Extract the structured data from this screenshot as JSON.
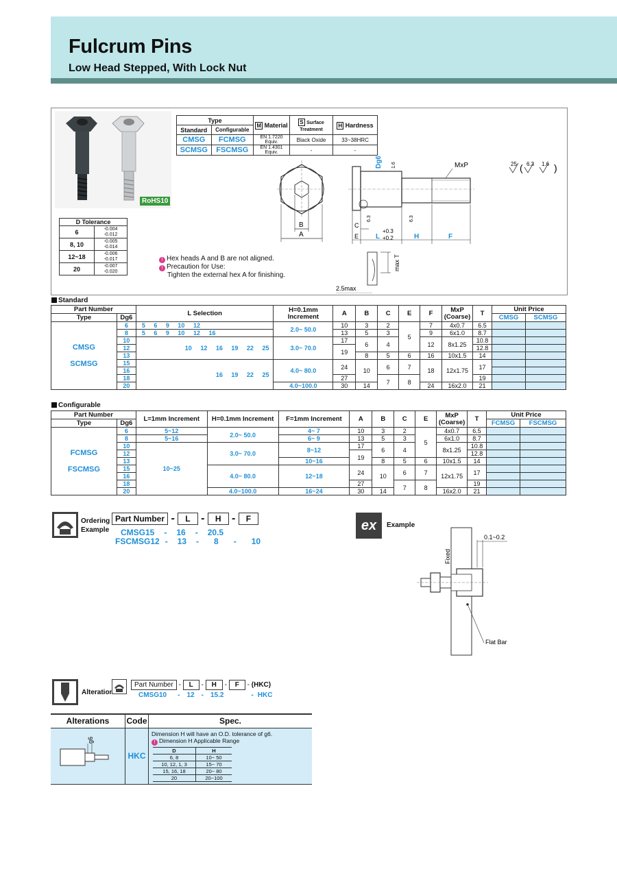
{
  "header": {
    "title": "Fulcrum Pins",
    "subtitle": "Low Head Stepped, With Lock Nut"
  },
  "badge": {
    "rohs": "RoHS10"
  },
  "type_table": {
    "type": "Type",
    "standard": "Standard",
    "configurable": "Configurable",
    "material_letter": "M",
    "material": "Material",
    "surface_letter": "S",
    "surface": "Surface Treatment",
    "hardness_letter": "H",
    "hardness": "Hardness",
    "rows": [
      {
        "std": "CMSG",
        "cfg": "FCMSG",
        "mat": "EN 1.7220 Equiv.",
        "surf": "Black Oxide",
        "hard": "33~38HRC"
      },
      {
        "std": "SCMSG",
        "cfg": "FSCMSG",
        "mat": "EN 1.4301 Equiv.",
        "surf": "-",
        "hard": "-"
      }
    ]
  },
  "dtol": {
    "title": "D Tolerance",
    "rows": [
      {
        "d": "6",
        "up": "-0.004",
        "lo": "-0.012"
      },
      {
        "d": "8, 10",
        "up": "-0.005",
        "lo": "-0.014"
      },
      {
        "d": "12~18",
        "up": "-0.006",
        "lo": "-0.017"
      },
      {
        "d": "20",
        "up": "-0.007",
        "lo": "-0.020"
      }
    ]
  },
  "notes": {
    "n1": "Hex heads A and B are not aligned.",
    "n2": "Precaution for Use:",
    "n3": "Tighten the external hex A for finishing."
  },
  "drawing": {
    "mxp": "MxP",
    "dg6": "Dg6",
    "r16": "1.6",
    "a": "A",
    "b": "B",
    "c": "C",
    "e": "E",
    "l": "L",
    "tol": "+0.3",
    "tol2": "+0.2",
    "h": "H",
    "f": "F",
    "t": "max T",
    "w": "2.5max",
    "rough1": "25",
    "rough2": "6.3",
    "rough3": "1.6",
    "r63": "6.3"
  },
  "standard": {
    "section": "Standard",
    "head": {
      "pn": "Part Number",
      "type": "Type",
      "d": "Dg6",
      "lsel": "L Selection",
      "h": "H=0.1mm Increment",
      "a": "A",
      "b": "B",
      "c": "C",
      "e": "E",
      "f": "F",
      "mxp": "MxP (Coarse)",
      "t": "T",
      "price": "Unit Price",
      "p1": "CMSG",
      "p2": "SCMSG"
    },
    "types": [
      "CMSG",
      "SCMSG"
    ],
    "rows": [
      {
        "d": "6",
        "l": [
          "5",
          "6",
          "9",
          "10",
          "12",
          "",
          "",
          ""
        ],
        "h": "2.0~ 50.0",
        "a": "10",
        "b": "3",
        "c": "2",
        "e": "",
        "f": "7",
        "mxp": "4x0.7",
        "t": "6.5"
      },
      {
        "d": "8",
        "l": [
          "5",
          "6",
          "9",
          "10",
          "12",
          "16",
          "",
          ""
        ],
        "h": "",
        "a": "13",
        "b": "5",
        "c": "3",
        "e": "5",
        "f": "9",
        "mxp": "6x1.0",
        "t": "8.7"
      },
      {
        "d": "10",
        "l": [
          "",
          "",
          "",
          "",
          "",
          "",
          "",
          ""
        ],
        "h": "",
        "a": "17",
        "b": "",
        "c": "",
        "e": "",
        "f": "",
        "mxp": "",
        "t": "10.8"
      },
      {
        "d": "12",
        "l": [
          "",
          "",
          "",
          "10",
          "12",
          "16",
          "19",
          "22",
          "25"
        ],
        "h": "3.0~ 70.0",
        "a": "19",
        "b": "6",
        "c": "4",
        "e": "",
        "f": "12",
        "mxp": "8x1.25",
        "t": "12.8"
      },
      {
        "d": "13",
        "l": [],
        "h": "",
        "a": "",
        "b": "8",
        "c": "5",
        "e": "6",
        "f": "16",
        "mxp": "10x1.5",
        "t": "14"
      },
      {
        "d": "15",
        "l": [],
        "h": "",
        "a": "24",
        "b": "10",
        "c": "6",
        "e": "7",
        "f": "18",
        "mxp": "12x1.75",
        "t": "17"
      },
      {
        "d": "16",
        "l": [
          "16",
          "19",
          "22",
          "25"
        ],
        "h": "4.0~ 80.0",
        "a": "",
        "b": "",
        "c": "",
        "e": "",
        "f": "",
        "mxp": "",
        "t": ""
      },
      {
        "d": "18",
        "l": [],
        "h": "",
        "a": "27",
        "b": "",
        "c": "7",
        "e": "8",
        "f": "",
        "mxp": "",
        "t": "19"
      },
      {
        "d": "20",
        "l": [],
        "h": "4.0~100.0",
        "a": "30",
        "b": "14",
        "c": "",
        "e": "",
        "f": "24",
        "mxp": "16x2.0",
        "t": "21"
      }
    ]
  },
  "configurable": {
    "section": "Configurable",
    "head": {
      "pn": "Part Number",
      "type": "Type",
      "d": "Dg6",
      "l": "L=1mm Increment",
      "h": "H=0.1mm Increment",
      "f": "F=1mm Increment",
      "a": "A",
      "b": "B",
      "c": "C",
      "e": "E",
      "mxp": "MxP (Coarse)",
      "t": "T",
      "price": "Unit Price",
      "p1": "FCMSG",
      "p2": "FSCMSG"
    },
    "types": [
      "FCMSG",
      "FSCMSG"
    ],
    "ds": [
      "6",
      "8",
      "10",
      "12",
      "13",
      "15",
      "16",
      "18",
      "20"
    ],
    "l": [
      "5~12",
      "5~16",
      "10~25"
    ],
    "h": [
      "2.0~ 50.0",
      "3.0~ 70.0",
      "4.0~ 80.0",
      "4.0~100.0"
    ],
    "f": [
      "4~ 7",
      "6~ 9",
      "8~12",
      "10~16",
      "12~18",
      "16~24"
    ]
  },
  "ordering": {
    "label1": "Ordering",
    "label2": "Example",
    "boxes": [
      "Part Number",
      "L",
      "H",
      "F"
    ],
    "dash": "-",
    "ex1": [
      "CMSG15",
      "16",
      "20.5"
    ],
    "ex2": [
      "FSCMSG12",
      "13",
      "8",
      "10"
    ]
  },
  "example": {
    "label": "Example",
    "gap": "0.1~0.2",
    "fixed": "Fixed",
    "flat": "Flat Bar",
    "ex": "ex"
  },
  "alterations": {
    "label": "Alterations",
    "boxes": [
      "Part Number",
      "L",
      "H",
      "F"
    ],
    "suffix": "(HKC)",
    "ex": [
      "CMSG10",
      "12",
      "15.2",
      "HKC"
    ],
    "thead": [
      "Alterations",
      "Code",
      "Spec."
    ],
    "code": "HKC",
    "g6": "g6",
    "spec1": "Dimension H will have an O.D. tolerance of g6.",
    "spec2": "Dimension H Applicable Range",
    "sub_head": [
      "D",
      "H"
    ],
    "sub_rows": [
      [
        "6, 8",
        "10~ 50"
      ],
      [
        "10, 12, 1, 3",
        "15~ 70"
      ],
      [
        "15, 16, 18",
        "20~ 80"
      ],
      [
        "20",
        "20~100"
      ]
    ]
  }
}
